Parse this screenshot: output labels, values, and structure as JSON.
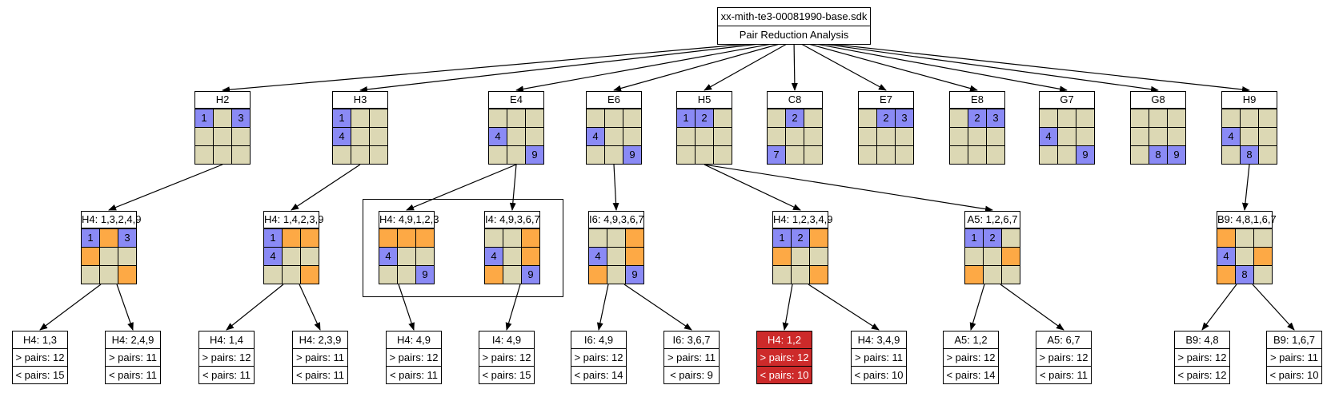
{
  "colors": {
    "given": "#8a8af5",
    "pair": "#fda945",
    "empty": "#dcd8b4",
    "highlight": "#cd2a2a"
  },
  "root": {
    "file": "xx-mith-te3-00081990-base.sdk",
    "title": "Pair Reduction Analysis"
  },
  "units": [
    {
      "label": "H2",
      "cells": [
        [
          "1",
          "",
          ""
        ],
        [
          "",
          "",
          ""
        ],
        [
          "",
          "",
          ""
        ]
      ],
      "d2": [
        [
          "1",
          "",
          "3"
        ],
        [
          "",
          "",
          ""
        ],
        [
          "",
          "",
          ""
        ]
      ]
    },
    {
      "label": "H3"
    },
    {
      "label": "E4"
    },
    {
      "label": "E6"
    },
    {
      "label": "H5"
    },
    {
      "label": "C8"
    },
    {
      "label": "E7"
    },
    {
      "label": "E8"
    },
    {
      "label": "G7"
    },
    {
      "label": "G8"
    },
    {
      "label": "H9"
    }
  ],
  "grids": {
    "H2": [
      "1",
      "",
      "3",
      "",
      "",
      "",
      "",
      "",
      ""
    ],
    "H3": [
      "1",
      "",
      "",
      "4",
      "",
      "",
      "",
      "",
      ""
    ],
    "E4": [
      "",
      "",
      "",
      "4",
      "",
      "",
      "",
      "",
      "9"
    ],
    "E6": [
      "",
      "",
      "",
      "4",
      "",
      "",
      "",
      "",
      "9"
    ],
    "H5": [
      "1",
      "2",
      "",
      "",
      "",
      "",
      "",
      "",
      ""
    ],
    "C8": [
      "",
      "2",
      "",
      "",
      "",
      "",
      "7",
      "",
      ""
    ],
    "E7": [
      "",
      "2",
      "3",
      "",
      "",
      "",
      "",
      "",
      ""
    ],
    "E8": [
      "",
      "2",
      "3",
      "",
      "",
      "",
      "",
      "",
      ""
    ],
    "G7": [
      "",
      "",
      "",
      "4",
      "",
      "",
      "",
      "",
      "9"
    ],
    "G8": [
      "",
      "",
      "",
      "",
      "",
      "",
      "",
      "8",
      "9"
    ],
    "H9": [
      "",
      "",
      "",
      "4",
      "",
      "",
      "",
      "8",
      ""
    ]
  },
  "pairs": [
    {
      "label": "H4: 1,3,2,4,9",
      "cells": [
        "1",
        "",
        "3",
        "",
        "",
        "",
        "",
        "",
        ""
      ],
      "orange": [
        1,
        3,
        8
      ]
    },
    {
      "label": "H4: 1,4,2,3,9",
      "cells": [
        "1",
        "",
        "",
        "4",
        "",
        "",
        "",
        "",
        ""
      ],
      "orange": [
        1,
        2,
        8
      ]
    },
    {
      "label": "H4: 4,9,1,2,3",
      "cells": [
        "",
        "",
        "",
        "4",
        "",
        "",
        "",
        "",
        "9"
      ],
      "orange": [
        0,
        1,
        2
      ]
    },
    {
      "label": "I4: 4,9,3,6,7",
      "cells": [
        "",
        "",
        "",
        "4",
        "",
        "",
        "",
        "",
        "9"
      ],
      "orange": [
        2,
        5,
        6
      ]
    },
    {
      "label": "I6: 4,9,3,6,7",
      "cells": [
        "",
        "",
        "",
        "4",
        "",
        "",
        "",
        "",
        "9"
      ],
      "orange": [
        2,
        5,
        6
      ]
    },
    {
      "label": "H4: 1,2,3,4,9",
      "cells": [
        "1",
        "2",
        "",
        "",
        "",
        "",
        "",
        "",
        ""
      ],
      "orange": [
        2,
        3,
        8
      ]
    },
    {
      "label": "A5: 1,2,6,7",
      "cells": [
        "1",
        "2",
        "",
        "",
        "",
        "",
        "",
        "",
        ""
      ],
      "orange": [
        5,
        6
      ]
    },
    {
      "label": "B9: 4,8,1,6,7",
      "cells": [
        "",
        "",
        "",
        "4",
        "",
        "",
        "",
        "8",
        ""
      ],
      "orange": [
        0,
        5,
        6
      ]
    }
  ],
  "leaves": [
    {
      "title": "H4: 1,3",
      "gt": "> pairs: 12",
      "lt": "< pairs: 15",
      "highlight": false
    },
    {
      "title": "H4: 2,4,9",
      "gt": "> pairs: 11",
      "lt": "< pairs: 11",
      "highlight": false
    },
    {
      "title": "H4: 1,4",
      "gt": "> pairs: 12",
      "lt": "< pairs: 11",
      "highlight": false
    },
    {
      "title": "H4: 2,3,9",
      "gt": "> pairs: 11",
      "lt": "< pairs: 11",
      "highlight": false
    },
    {
      "title": "H4: 4,9",
      "gt": "> pairs: 12",
      "lt": "< pairs: 11",
      "highlight": false
    },
    {
      "title": "I4: 4,9",
      "gt": "> pairs: 12",
      "lt": "< pairs: 15",
      "highlight": false
    },
    {
      "title": "I6: 4,9",
      "gt": "> pairs: 12",
      "lt": "< pairs: 14",
      "highlight": false
    },
    {
      "title": "I6: 3,6,7",
      "gt": "> pairs: 11",
      "lt": "< pairs: 9",
      "highlight": false
    },
    {
      "title": "H4: 1,2",
      "gt": "> pairs: 12",
      "lt": "< pairs: 10",
      "highlight": true
    },
    {
      "title": "H4: 3,4,9",
      "gt": "> pairs: 11",
      "lt": "< pairs: 10",
      "highlight": false
    },
    {
      "title": "A5: 1,2",
      "gt": "> pairs: 12",
      "lt": "< pairs: 14",
      "highlight": false
    },
    {
      "title": "A5: 6,7",
      "gt": "> pairs: 12",
      "lt": "< pairs: 11",
      "highlight": false
    },
    {
      "title": "B9: 4,8",
      "gt": "> pairs: 12",
      "lt": "< pairs: 12",
      "highlight": false
    },
    {
      "title": "B9: 1,6,7",
      "gt": "> pairs: 11",
      "lt": "< pairs: 10",
      "highlight": false
    }
  ]
}
